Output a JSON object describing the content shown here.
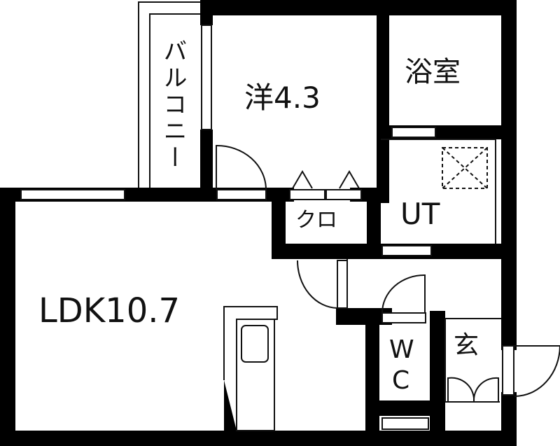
{
  "floorplan": {
    "colors": {
      "wall": "#000000",
      "background": "#ffffff",
      "line": "#111111"
    },
    "rooms": [
      {
        "id": "western-room",
        "label": "洋4.3"
      },
      {
        "id": "bathroom",
        "label": "浴室"
      },
      {
        "id": "utility",
        "label": "UT"
      },
      {
        "id": "closet",
        "label": "クロ"
      },
      {
        "id": "ldk",
        "label": "LDK10.7"
      },
      {
        "id": "toilet",
        "label_line1": "W",
        "label_line2": "C"
      },
      {
        "id": "entrance",
        "label": "玄"
      },
      {
        "id": "balcony",
        "label": "バルコニー"
      }
    ]
  }
}
